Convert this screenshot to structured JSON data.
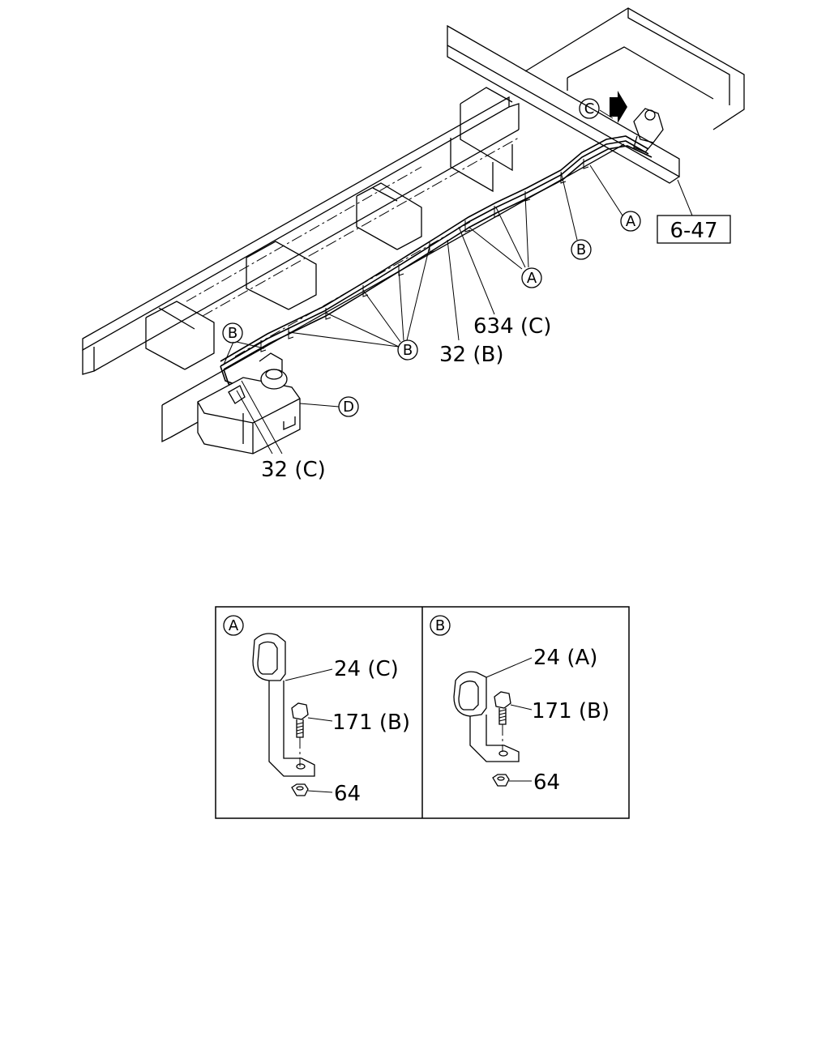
{
  "main_view": {
    "ref_box": "6-47",
    "callouts": {
      "c_top": "C",
      "a_right": "A",
      "b_right": "B",
      "a_mid": "A",
      "b_left": "B",
      "b_center": "B",
      "d_tank": "D"
    },
    "part_labels": {
      "p634c": "634 (C)",
      "p32b": "32 (B)",
      "p32c": "32 (C)"
    }
  },
  "detail_a": {
    "tag": "A",
    "bracket_label": "24 (C)",
    "bolt_label": "171 (B)",
    "nut_label": "64"
  },
  "detail_b": {
    "tag": "B",
    "bracket_label": "24 (A)",
    "bolt_label": "171 (B)",
    "nut_label": "64"
  }
}
